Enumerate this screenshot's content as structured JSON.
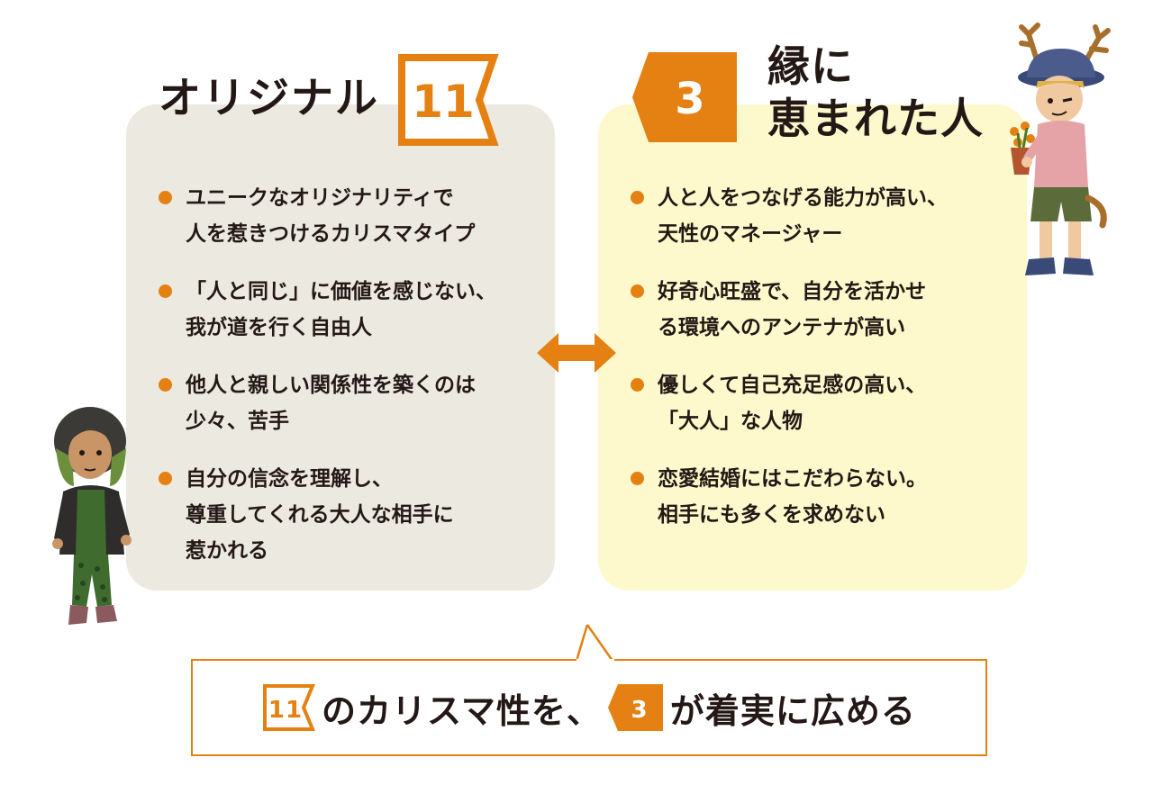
{
  "colors": {
    "accent": "#e48112",
    "left_card_bg": "#ece9e0",
    "right_card_bg": "#fdf9cc",
    "text": "#231815"
  },
  "left": {
    "title": "オリジナル",
    "badge_number": "11",
    "bullets": [
      "ユニークなオリジナリティで\n人を惹きつけるカリスマタイプ",
      "「人と同じ」に価値を感じない、\n我が道を行く自由人",
      "他人と親しい関係性を築くのは\n少々、苦手",
      "自分の信念を理解し、\n尊重してくれる大人な相手に\n惹かれる"
    ]
  },
  "right": {
    "badge_number": "3",
    "title_line1": "縁に",
    "title_line2": "恵まれた人",
    "bullets": [
      "人と人をつなげる能力が高い、\n天性のマネージャー",
      "好奇心旺盛で、自分を活かせ\nる環境へのアンテナが高い",
      "優しくて自己充足感の高い、\n「大人」な人物",
      "恋愛結婚にはこだわらない。\n相手にも多くを求めない"
    ]
  },
  "summary": {
    "badge_left": "11",
    "text_middle": "のカリスマ性を、",
    "badge_right": "3",
    "text_end": "が着実に広める"
  },
  "icons": {
    "arrow": "double-arrow-icon",
    "bullet": "bullet-dot-icon",
    "character_left": "character-illustration-left",
    "character_right": "character-illustration-right"
  }
}
